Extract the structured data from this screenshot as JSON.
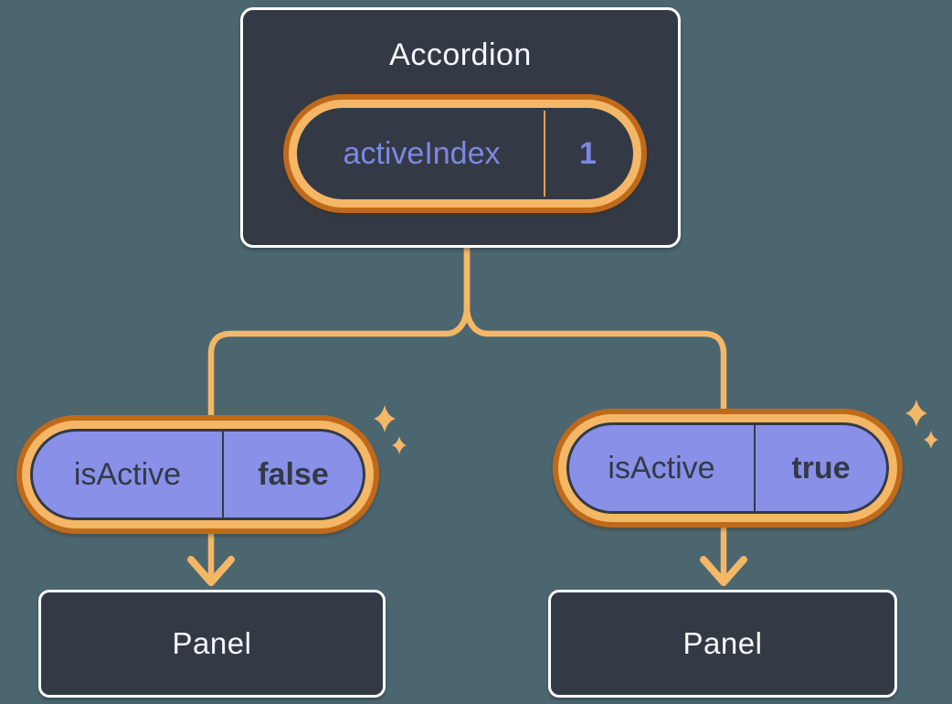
{
  "colors": {
    "background": "#4C6670",
    "node_fill": "#333A46",
    "node_border": "#FFFFFF",
    "pill_ring_outer": "#BF6A1A",
    "pill_ring_inner": "#F4B766",
    "pill_fill_purple": "#8990E8",
    "connector": "#F4B766",
    "text_light": "#F6F8FA",
    "text_dark": "#333A46",
    "text_purple": "#7F87E2"
  },
  "root_node": {
    "title": "Accordion",
    "state_pill": {
      "name": "activeIndex",
      "value": "1"
    }
  },
  "branches": [
    {
      "prop_pill": {
        "name": "isActive",
        "value": "false"
      },
      "child_node": {
        "title": "Panel"
      }
    },
    {
      "prop_pill": {
        "name": "isActive",
        "value": "true"
      },
      "child_node": {
        "title": "Panel"
      }
    }
  ]
}
